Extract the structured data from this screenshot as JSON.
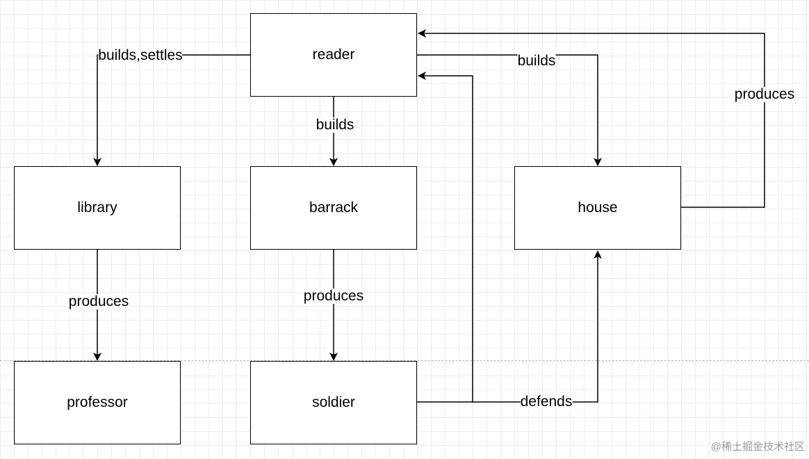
{
  "nodes": {
    "reader": "reader",
    "library": "library",
    "barrack": "barrack",
    "house": "house",
    "professor": "professor",
    "soldier": "soldier"
  },
  "edges": {
    "reader_library": "builds,settles",
    "reader_barrack": "builds",
    "reader_house": "builds",
    "house_reader": "produces",
    "library_professor": "produces",
    "barrack_soldier": "produces",
    "soldier_house": "defends"
  },
  "watermark": "@稀土掘金技术社区",
  "colors": {
    "stroke": "#000000",
    "background": "#ffffff",
    "grid": "#e6e6e6"
  }
}
